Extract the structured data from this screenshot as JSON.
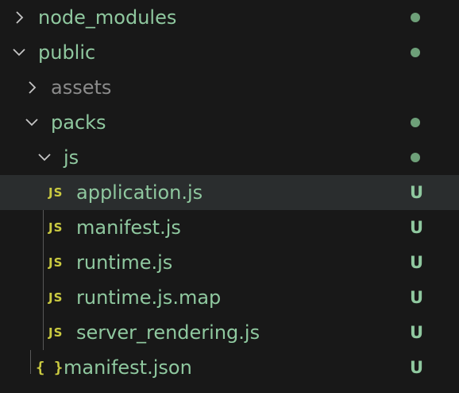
{
  "colors": {
    "background": "#181818",
    "selected_row": "#2a2d2e",
    "untracked_green": "#8fc89f",
    "ignored_grey": "#8b8b8b",
    "dot_green": "#6ea079",
    "js_icon": "#cbcb41",
    "json_icon": "#cbcb41",
    "chevron": "#c5c5c5",
    "indent_guide": "#585858"
  },
  "tree": {
    "node_modules": {
      "label": "node_modules",
      "icon": "chevron-right-icon",
      "decoration": "dot"
    },
    "public": {
      "label": "public",
      "icon": "chevron-down-icon",
      "decoration": "dot"
    },
    "assets": {
      "label": "assets",
      "icon": "chevron-right-icon",
      "decoration": ""
    },
    "packs": {
      "label": "packs",
      "icon": "chevron-down-icon",
      "decoration": "dot"
    },
    "js": {
      "label": "js",
      "icon": "chevron-down-icon",
      "decoration": "dot"
    },
    "application_js": {
      "icon_text": "JS",
      "label": "application.js",
      "badge": "U"
    },
    "manifest_js": {
      "icon_text": "JS",
      "label": "manifest.js",
      "badge": "U"
    },
    "runtime_js": {
      "icon_text": "JS",
      "label": "runtime.js",
      "badge": "U"
    },
    "runtime_js_map": {
      "icon_text": "JS",
      "label": "runtime.js.map",
      "badge": "U"
    },
    "server_rendering_js": {
      "icon_text": "JS",
      "label": "server_rendering.js",
      "badge": "U"
    },
    "manifest_json": {
      "icon_text": "{ }",
      "label": "manifest.json",
      "badge": "U"
    }
  }
}
